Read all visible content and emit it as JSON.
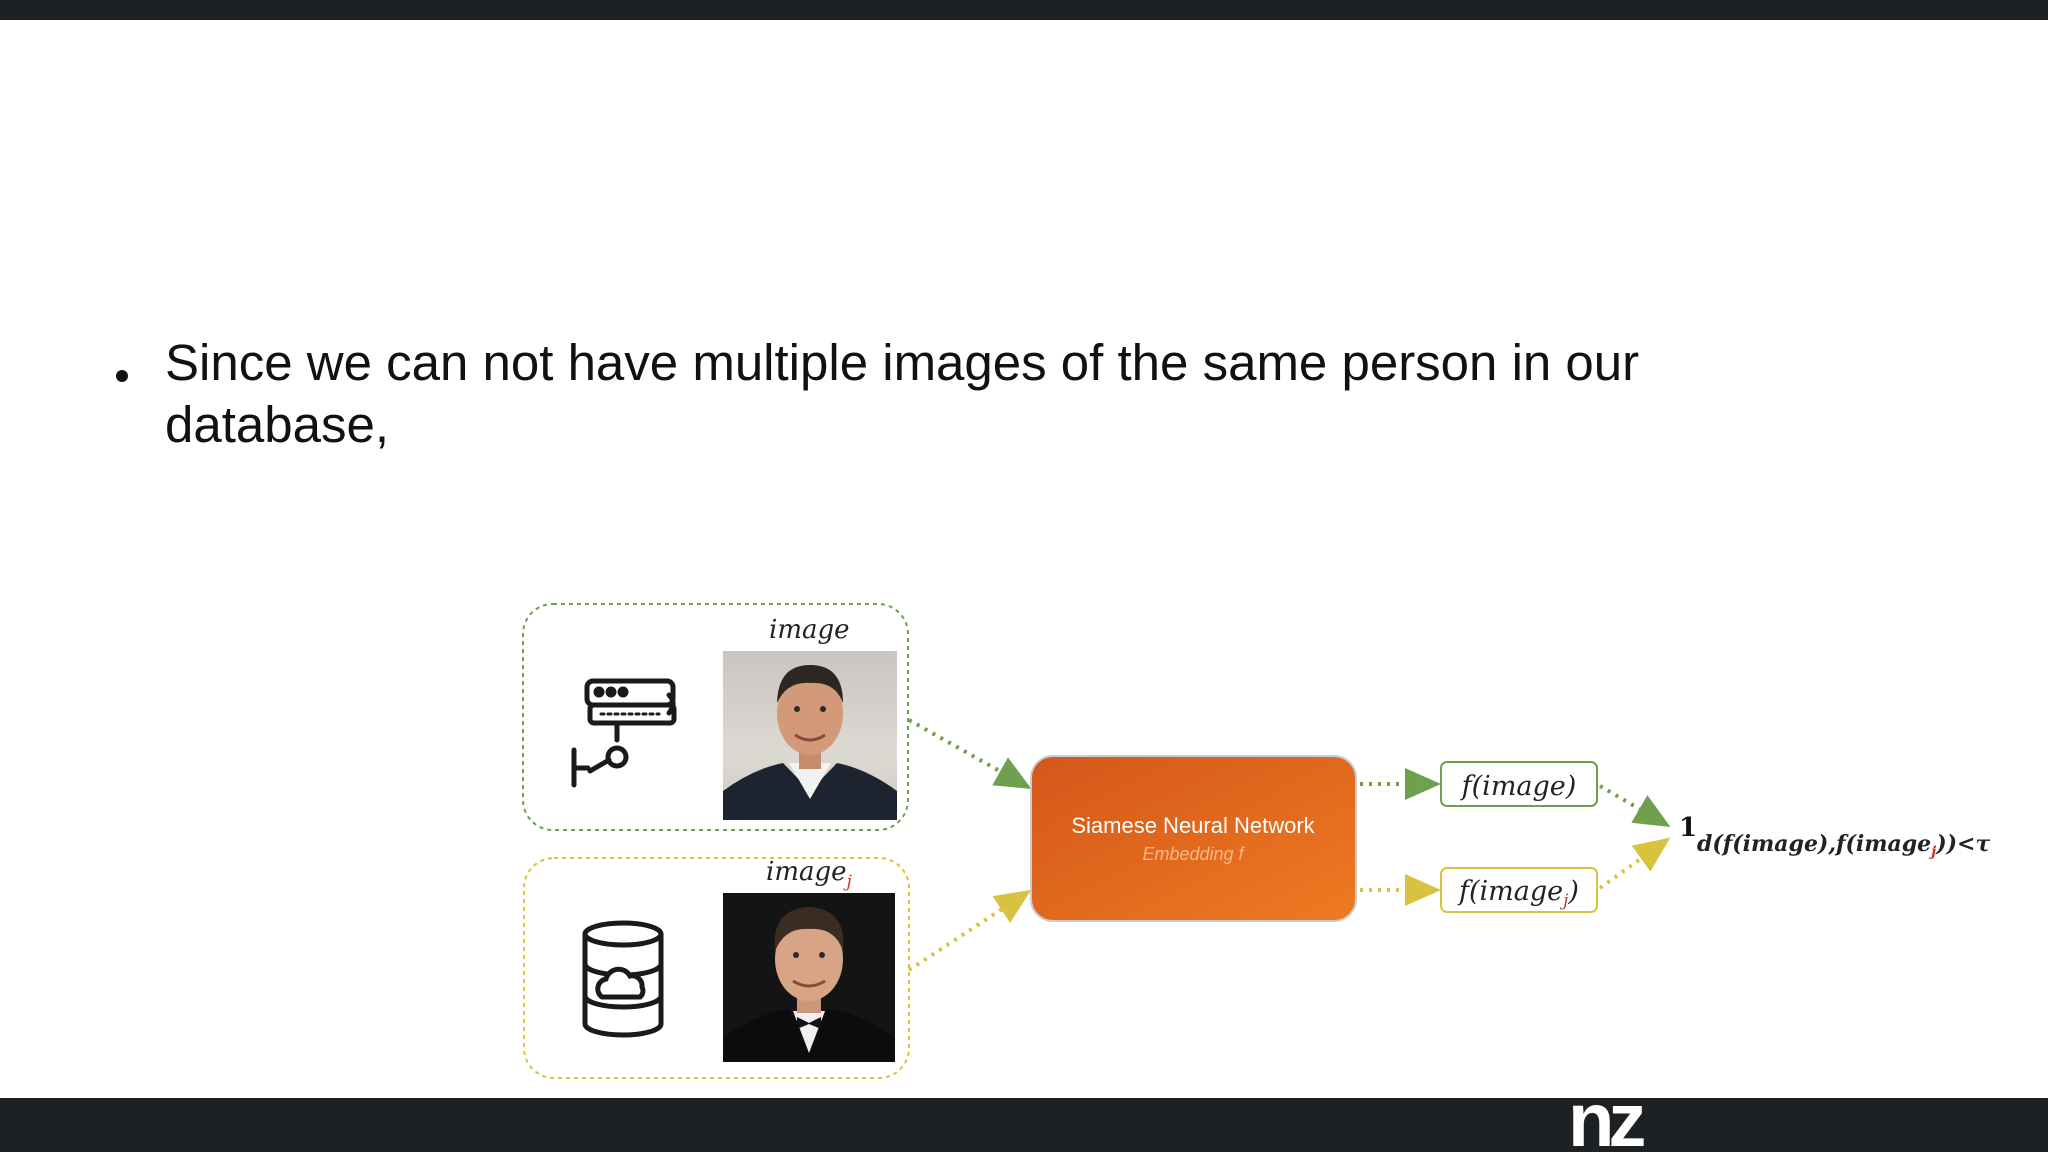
{
  "slide": {
    "bullet_text": "Since we can not have multiple images of the same person in our database,"
  },
  "diagram": {
    "query_label": "image",
    "db_label_base": "image",
    "db_label_sub": "j",
    "network_title": "Siamese Neural Network",
    "network_subtitle": "Embedding f",
    "output_query": "f(image)",
    "output_db_base": "f(image",
    "output_db_sub": "j",
    "output_db_close": ")",
    "indicator_symbol": "1",
    "indicator_condition_a": "d(f(image),f(image",
    "indicator_condition_sub": "j",
    "indicator_condition_b": "))<τ"
  },
  "icons": {
    "query_source": "security-camera-icon",
    "db_source": "cloud-database-icon"
  },
  "colors": {
    "top_bar": "#1d2124",
    "bottom_bar": "#1d2124",
    "network_box": "#e0661a",
    "query_path": "#6fa04e",
    "db_path": "#d9c23f",
    "subscript_red": "#c0392b"
  },
  "footer": {
    "logo_text": "nz"
  }
}
